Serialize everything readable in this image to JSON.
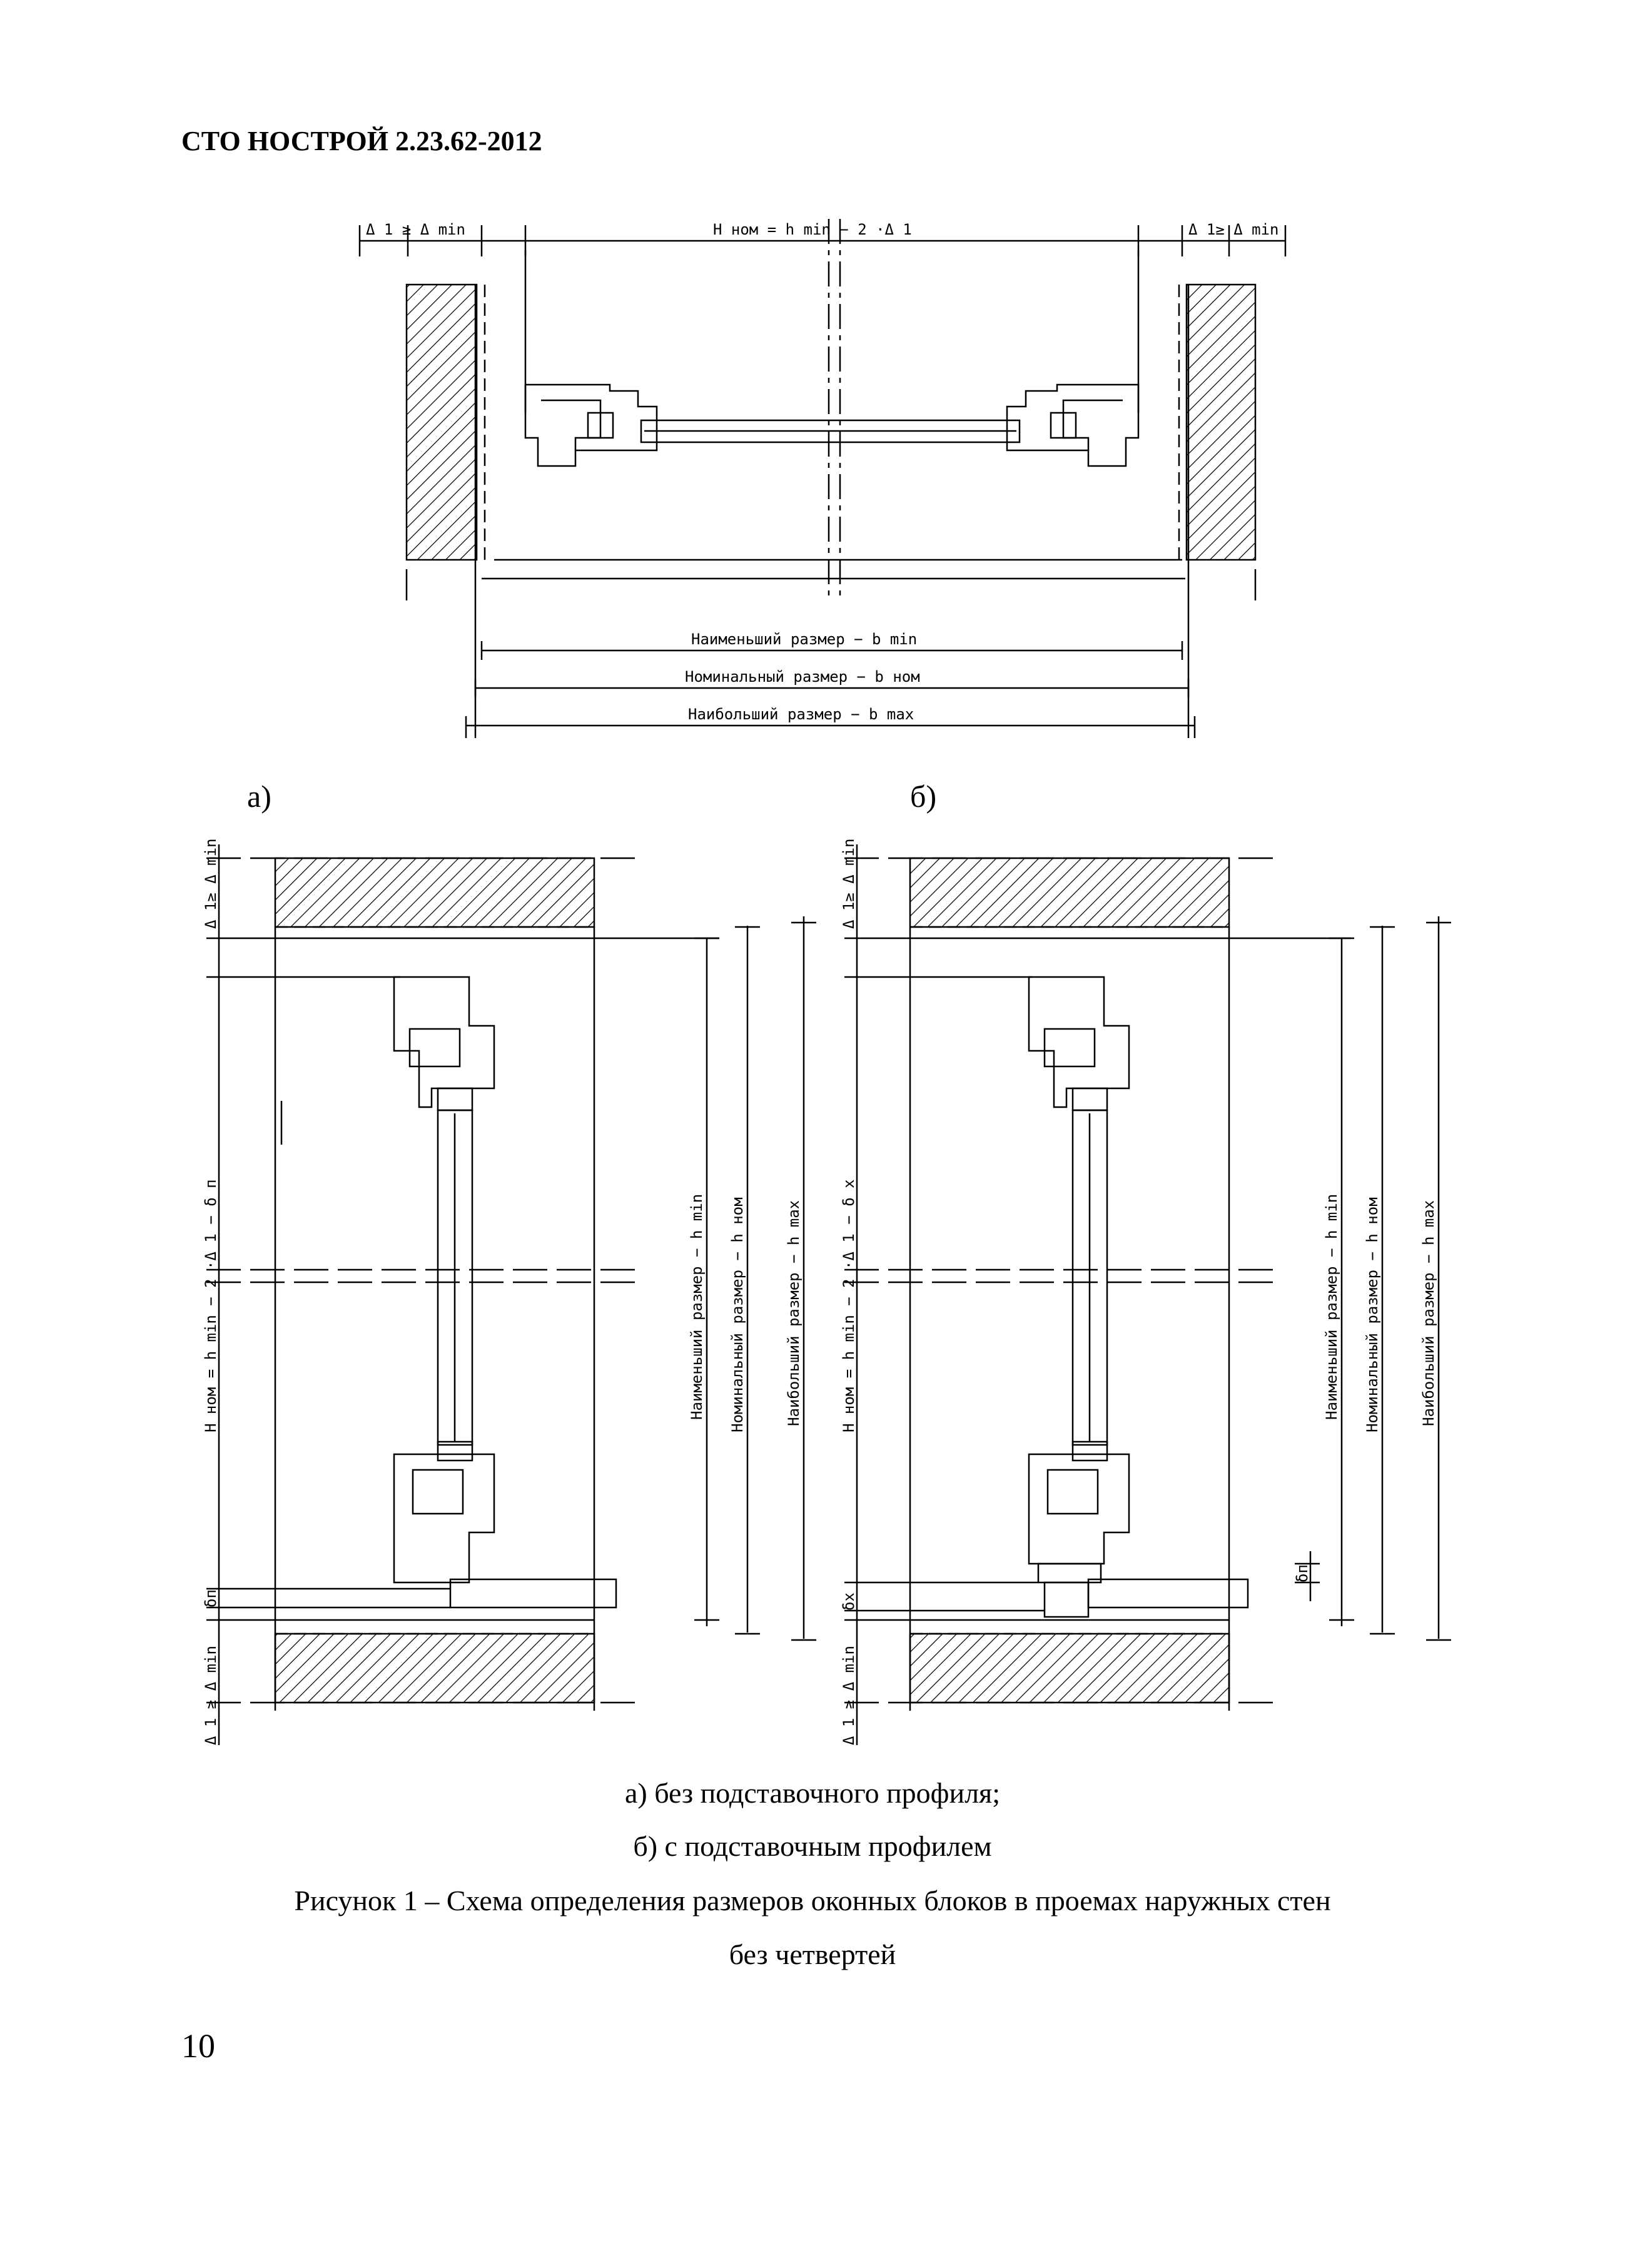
{
  "header": {
    "doc_code": "СТО НОСТРОЙ 2.23.62-2012"
  },
  "top_plan": {
    "dim_left": "Δ 1 ≥ Δ min",
    "dim_center": "H ном = h min − 2 ·Δ 1",
    "dim_right": "Δ 1≥ Δ min",
    "dim_min": "Наименьший размер − b min",
    "dim_nom": "Номинальный размер − b ном",
    "dim_max": "Наибольший размер − b max"
  },
  "panel_a": {
    "label": "а)",
    "top_delta": "Δ 1≥ Δ min",
    "bottom_delta": "Δ 1 ≥ Δ min",
    "height_formula": "H ном = h min − 2 ·Δ 1 − δ п",
    "delta_sill": "δп",
    "dim_min": "Наименьший размер − h min",
    "dim_nom": "Номинальный размер − h ном",
    "dim_max": "Наибольший размер − h max"
  },
  "panel_b": {
    "label": "б)",
    "top_delta": "Δ 1≥ Δ min",
    "bottom_delta": "Δ 1 ≥ Δ min",
    "height_formula": "H ном = h min − 2 ·Δ 1 − δ x",
    "delta_sill": "δx",
    "delta_profile": "δп",
    "dim_min": "Наименьший размер − h min",
    "dim_nom": "Номинальный размер − h ном",
    "dim_max": "Наибольший размер − h max"
  },
  "captions": {
    "line1": "а) без подставочного профиля;",
    "line2": "б) с подставочным профилем",
    "line3": "Рисунок 1 – Схема определения размеров оконных блоков в проемах наружных стен",
    "line4": "без четвертей"
  },
  "page_number": "10"
}
